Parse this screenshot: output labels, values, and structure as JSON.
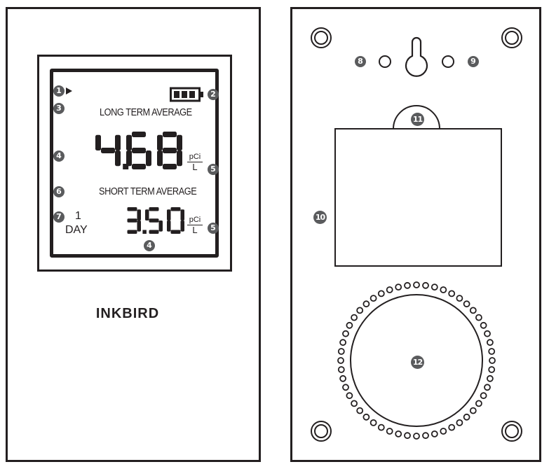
{
  "front": {
    "brand": "INKBIRD",
    "lcd": {
      "long_term_label": "LONG TERM AVERAGE",
      "short_term_label": "SHORT TERM AVERAGE",
      "long_term_value": "4.68",
      "short_term_value": "3.50",
      "unit_numerator": "pCi",
      "unit_denominator": "L",
      "period_number": "1",
      "period_unit": "DAY",
      "callouts": [
        "1",
        "2",
        "3",
        "4",
        "5",
        "6",
        "7",
        "4",
        "5"
      ]
    }
  },
  "back": {
    "callouts": [
      "8",
      "9",
      "10",
      "11",
      "12"
    ]
  }
}
